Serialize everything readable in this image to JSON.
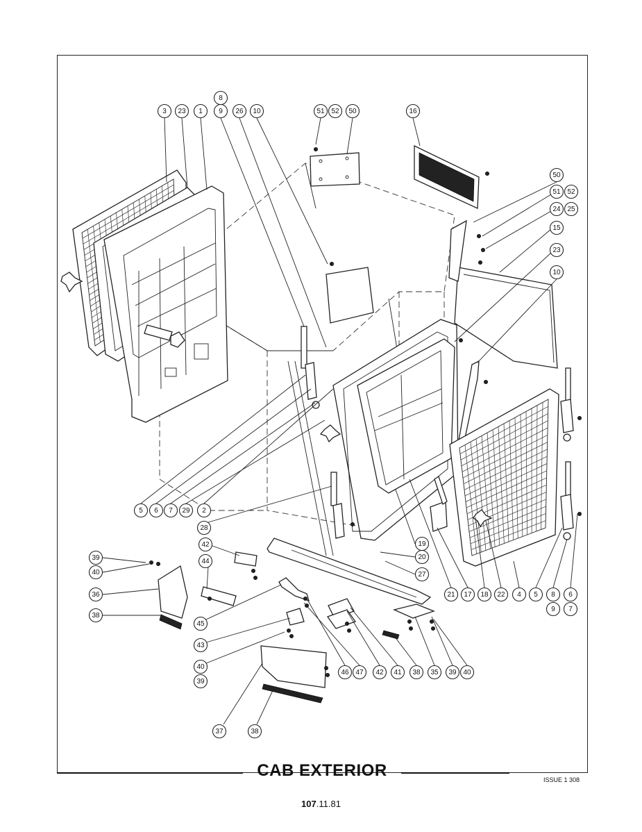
{
  "page": {
    "title": "CAB EXTERIOR",
    "issue": "ISSUE 1 308",
    "page_number_bold": "107",
    "page_number_rest": ".11.81"
  },
  "callouts": [
    {
      "id": "c8a",
      "label": "8"
    },
    {
      "id": "c3",
      "label": "3"
    },
    {
      "id": "c23a",
      "label": "23"
    },
    {
      "id": "c1",
      "label": "1"
    },
    {
      "id": "c9a",
      "label": "9"
    },
    {
      "id": "c26",
      "label": "26"
    },
    {
      "id": "c10a",
      "label": "10"
    },
    {
      "id": "c51a",
      "label": "51"
    },
    {
      "id": "c52a",
      "label": "52"
    },
    {
      "id": "c50a",
      "label": "50"
    },
    {
      "id": "c16",
      "label": "16"
    },
    {
      "id": "c50b",
      "label": "50"
    },
    {
      "id": "c51b",
      "label": "51"
    },
    {
      "id": "c52b",
      "label": "52"
    },
    {
      "id": "c24",
      "label": "24"
    },
    {
      "id": "c25",
      "label": "25"
    },
    {
      "id": "c15",
      "label": "15"
    },
    {
      "id": "c23b",
      "label": "23"
    },
    {
      "id": "c10b",
      "label": "10"
    },
    {
      "id": "c5a",
      "label": "5"
    },
    {
      "id": "c6a",
      "label": "6"
    },
    {
      "id": "c7a",
      "label": "7"
    },
    {
      "id": "c29",
      "label": "29"
    },
    {
      "id": "c2",
      "label": "2"
    },
    {
      "id": "c28",
      "label": "28"
    },
    {
      "id": "c42a",
      "label": "42"
    },
    {
      "id": "c39a",
      "label": "39"
    },
    {
      "id": "c40a",
      "label": "40"
    },
    {
      "id": "c44",
      "label": "44"
    },
    {
      "id": "c36",
      "label": "36"
    },
    {
      "id": "c38a",
      "label": "38"
    },
    {
      "id": "c45",
      "label": "45"
    },
    {
      "id": "c43",
      "label": "43"
    },
    {
      "id": "c40b",
      "label": "40"
    },
    {
      "id": "c39b",
      "label": "39"
    },
    {
      "id": "c19",
      "label": "19"
    },
    {
      "id": "c20",
      "label": "20"
    },
    {
      "id": "c27",
      "label": "27"
    },
    {
      "id": "c21",
      "label": "21"
    },
    {
      "id": "c17",
      "label": "17"
    },
    {
      "id": "c18",
      "label": "18"
    },
    {
      "id": "c22",
      "label": "22"
    },
    {
      "id": "c4",
      "label": "4"
    },
    {
      "id": "c5b",
      "label": "5"
    },
    {
      "id": "c8b",
      "label": "8"
    },
    {
      "id": "c6b",
      "label": "6"
    },
    {
      "id": "c9b",
      "label": "9"
    },
    {
      "id": "c7b",
      "label": "7"
    },
    {
      "id": "c46",
      "label": "46"
    },
    {
      "id": "c47",
      "label": "47"
    },
    {
      "id": "c42b",
      "label": "42"
    },
    {
      "id": "c41",
      "label": "41"
    },
    {
      "id": "c38b",
      "label": "38"
    },
    {
      "id": "c35",
      "label": "35"
    },
    {
      "id": "c39c",
      "label": "39"
    },
    {
      "id": "c40c",
      "label": "40"
    },
    {
      "id": "c37",
      "label": "37"
    },
    {
      "id": "c38c",
      "label": "38"
    }
  ]
}
